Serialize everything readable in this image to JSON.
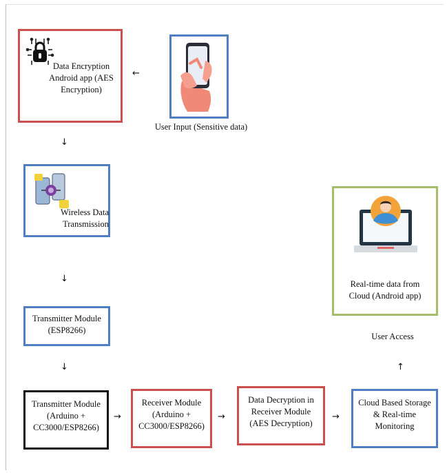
{
  "nodes": {
    "encrypt": "Data Encryption Android app (AES Encryption)",
    "user_input": "User Input (Sensitive data)",
    "wireless": "Wireless Data Transmission",
    "tx_esp": "Transmitter Module (ESP8266)",
    "tx_arduino": "Transmitter Module (Arduino + CC3000/ESP8266)",
    "rx_module": "Receiver Module (Arduino + CC3000/ESP8266)",
    "decrypt": "Data Decryption in Receiver Module (AES Decryption)",
    "cloud": "Cloud Based Storage & Real-time Monitoring",
    "user_access": "User Access",
    "realtime": "Real-time data from Cloud (Android app)"
  },
  "icons": {
    "encrypt": "lock-chip-icon",
    "user_input": "hand-phone-icon",
    "wireless": "phones-transfer-icon",
    "realtime": "laptop-user-icon"
  },
  "colors": {
    "red": "#c9504f",
    "blue": "#4f7fc2",
    "black": "#111111",
    "green": "#a6bd6a"
  }
}
